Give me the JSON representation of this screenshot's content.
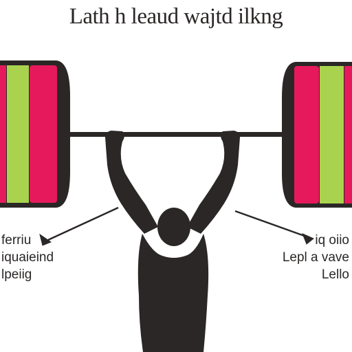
{
  "title": "Lath h leaud wajtd ilkng",
  "left_labels": [
    "ferriu",
    "iquaieind",
    "lpeiig"
  ],
  "right_labels": [
    "iq oiio",
    "Lepl a vave",
    "Lello"
  ],
  "colors": {
    "background": "#ffffff",
    "ink": "#2a2726",
    "plate_pink": "#e6195c",
    "plate_green": "#a9d34f",
    "plate_edge": "#2a2726",
    "bar": "#2a2726"
  }
}
